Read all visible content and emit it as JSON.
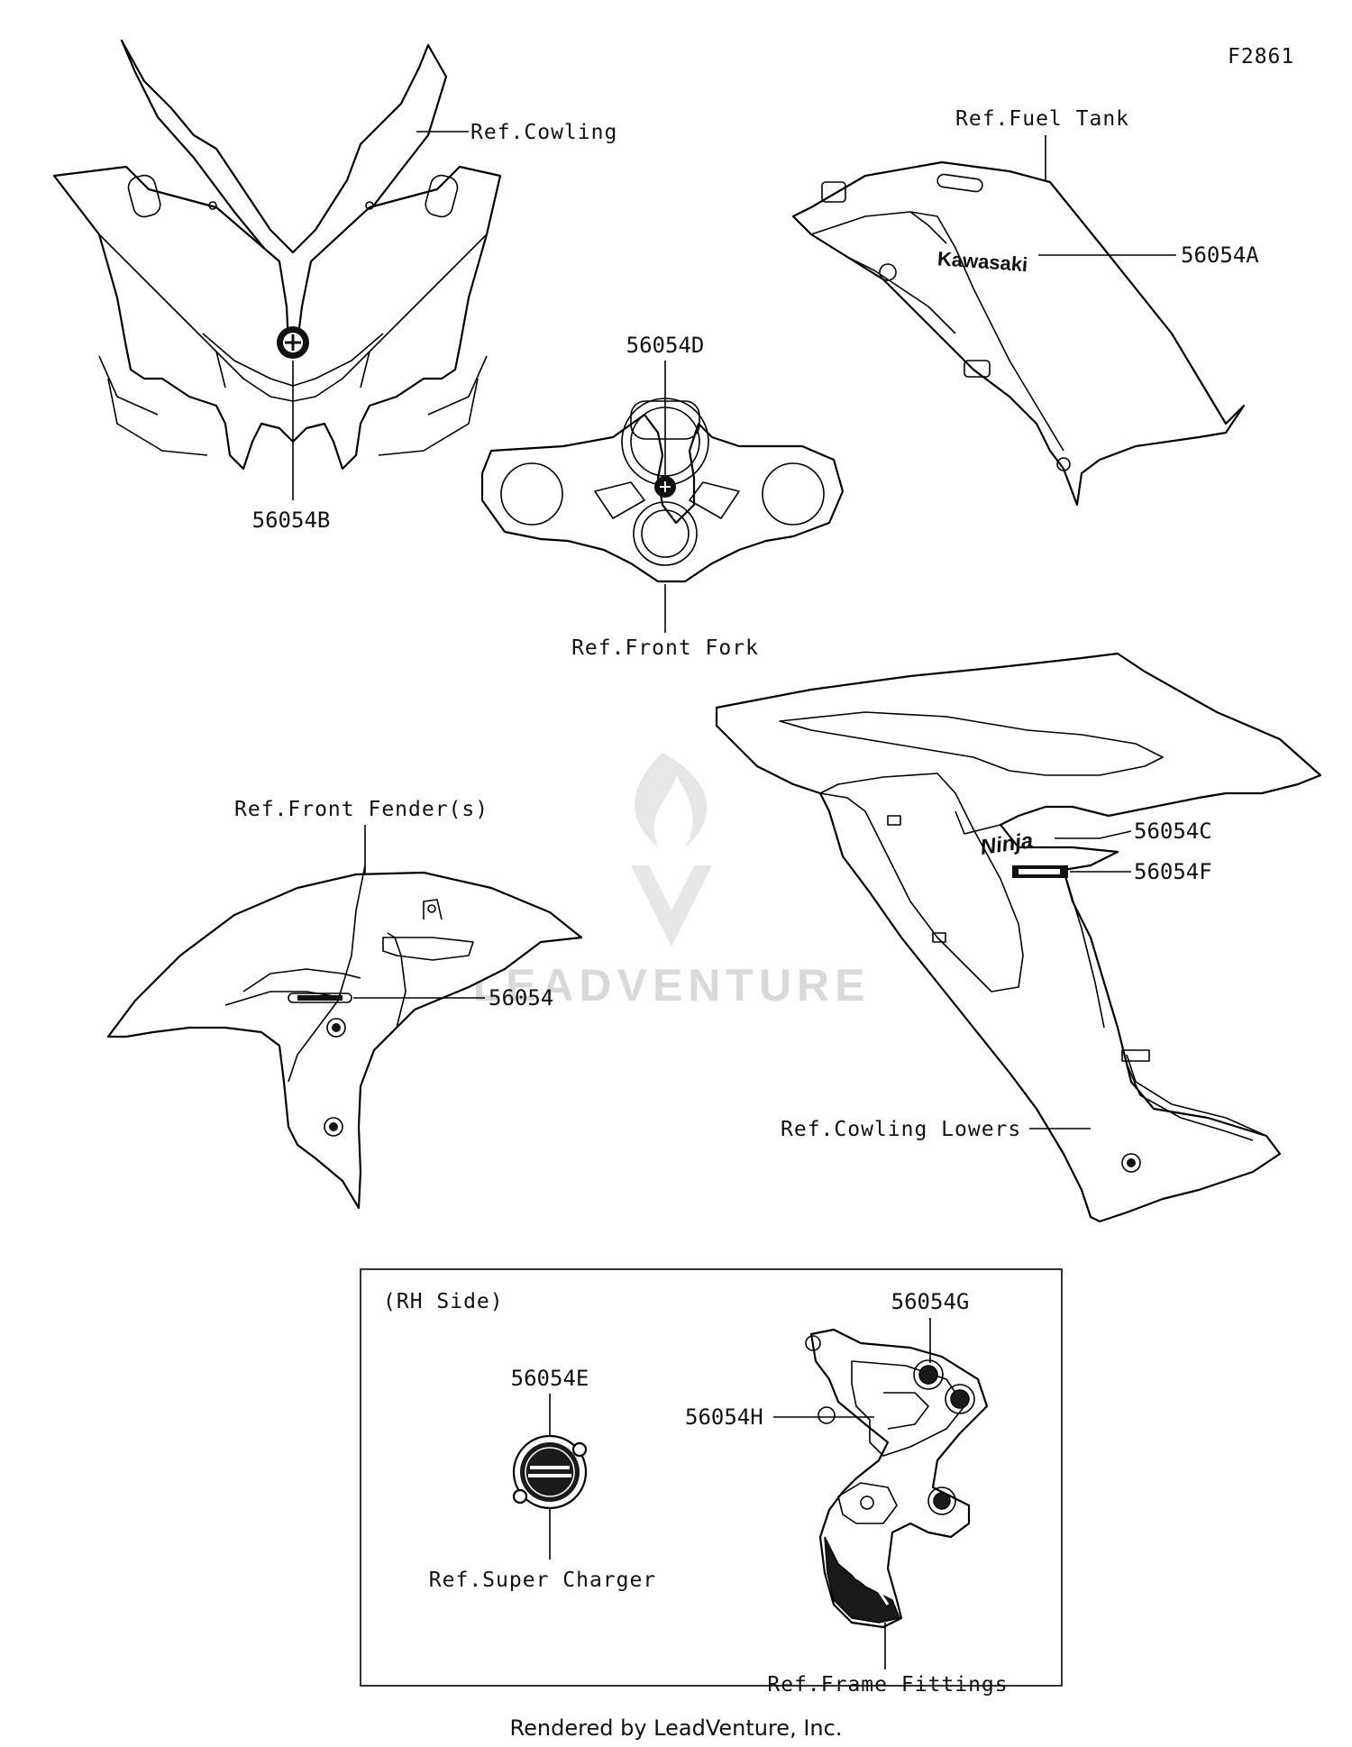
{
  "figure_code": "F2861",
  "watermark": "LEADVENTURE",
  "footer": "Rendered by LeadVenture, Inc.",
  "box_title": "(RH Side)",
  "decal_texts": {
    "kawasaki": "Kawasaki",
    "ninja": "Ninja"
  },
  "references": {
    "cowling": "Ref.Cowling",
    "fuel_tank": "Ref.Fuel Tank",
    "front_fork": "Ref.Front Fork",
    "front_fender": "Ref.Front Fender(s)",
    "cowling_lowers": "Ref.Cowling Lowers",
    "super_charger": "Ref.Super Charger",
    "frame_fittings": "Ref.Frame Fittings"
  },
  "part_numbers": {
    "p56054a": "56054A",
    "p56054b": "56054B",
    "p56054c": "56054C",
    "p56054d": "56054D",
    "p56054e": "56054E",
    "p56054f": "56054F",
    "p56054g": "56054G",
    "p56054h": "56054H",
    "p56054": "56054"
  },
  "colors": {
    "line": "#000000",
    "text": "#111111",
    "watermark": "#d9d9d9",
    "background": "#ffffff"
  }
}
